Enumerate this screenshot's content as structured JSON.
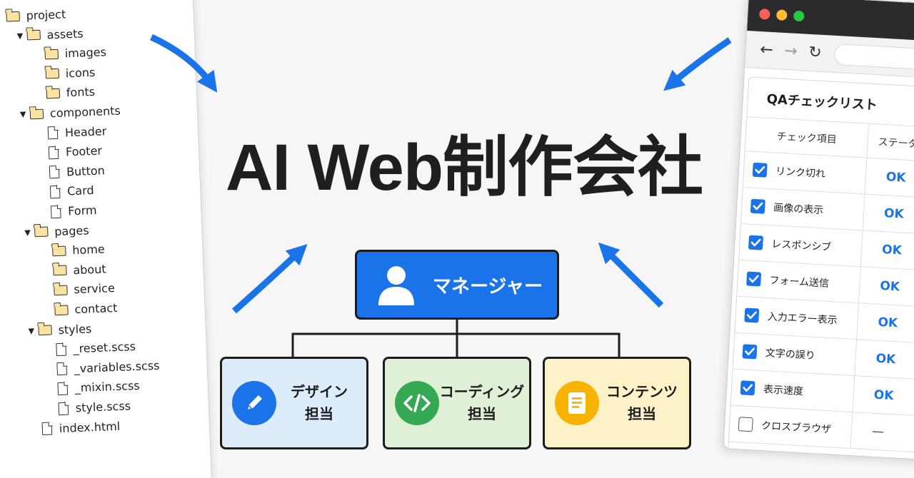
{
  "file_tree": [
    {
      "label": "project",
      "kind": "folder",
      "depth": 0,
      "expanded": false
    },
    {
      "label": "assets",
      "kind": "folder",
      "depth": 1,
      "expanded": true
    },
    {
      "label": "images",
      "kind": "folder",
      "depth": 2,
      "expanded": false
    },
    {
      "label": "icons",
      "kind": "folder",
      "depth": 2,
      "expanded": false
    },
    {
      "label": "fonts",
      "kind": "folder",
      "depth": 2,
      "expanded": false
    },
    {
      "label": "components",
      "kind": "folder",
      "depth": 1,
      "expanded": true
    },
    {
      "label": "Header",
      "kind": "file",
      "depth": 2
    },
    {
      "label": "Footer",
      "kind": "file",
      "depth": 2
    },
    {
      "label": "Button",
      "kind": "file",
      "depth": 2
    },
    {
      "label": "Card",
      "kind": "file",
      "depth": 2
    },
    {
      "label": "Form",
      "kind": "file",
      "depth": 2
    },
    {
      "label": "pages",
      "kind": "folder",
      "depth": 1,
      "expanded": true
    },
    {
      "label": "home",
      "kind": "folder",
      "depth": 2,
      "expanded": false
    },
    {
      "label": "about",
      "kind": "folder",
      "depth": 2,
      "expanded": false
    },
    {
      "label": "service",
      "kind": "folder",
      "depth": 2,
      "expanded": false
    },
    {
      "label": "contact",
      "kind": "folder",
      "depth": 2,
      "expanded": false
    },
    {
      "label": "styles",
      "kind": "folder",
      "depth": 1,
      "expanded": true
    },
    {
      "label": "_reset.scss",
      "kind": "file",
      "depth": 2
    },
    {
      "label": "_variables.scss",
      "kind": "file",
      "depth": 2
    },
    {
      "label": "_mixin.scss",
      "kind": "file",
      "depth": 2
    },
    {
      "label": "style.scss",
      "kind": "file",
      "depth": 2
    },
    {
      "label": "index.html",
      "kind": "file",
      "depth": 1
    }
  ],
  "title": "AI Web制作会社",
  "org": {
    "manager": {
      "label": "マネージャー",
      "icon": "user-icon",
      "color": "#1a73e8"
    },
    "teams": [
      {
        "line1": "デザイン",
        "line2": "担当",
        "icon": "pencil-icon",
        "bg": "#dcecfb",
        "icon_bg": "#1a73e8"
      },
      {
        "line1": "コーディング",
        "line2": "担当",
        "icon": "code-icon",
        "bg": "#dff0d6",
        "icon_bg": "#34a853"
      },
      {
        "line1": "コンテンツ",
        "line2": "担当",
        "icon": "document-icon",
        "bg": "#fdf1c8",
        "icon_bg": "#f6b400"
      }
    ]
  },
  "browser": {
    "nav": {
      "back": "←",
      "forward": "→",
      "reload": "↻"
    },
    "checklist": {
      "title": "QAチェックリスト",
      "col_item": "チェック項目",
      "col_status": "ステータ",
      "rows": [
        {
          "item": "リンク切れ",
          "checked": true,
          "status": "OK"
        },
        {
          "item": "画像の表示",
          "checked": true,
          "status": "OK"
        },
        {
          "item": "レスポンシブ",
          "checked": true,
          "status": "OK"
        },
        {
          "item": "フォーム送信",
          "checked": true,
          "status": "OK"
        },
        {
          "item": "入力エラー表示",
          "checked": true,
          "status": "OK"
        },
        {
          "item": "文字の誤り",
          "checked": true,
          "status": "OK"
        },
        {
          "item": "表示速度",
          "checked": true,
          "status": "OK"
        },
        {
          "item": "クロスブラウザ",
          "checked": false,
          "status": "—"
        }
      ]
    }
  },
  "colors": {
    "accent": "#1a73e8",
    "dark": "#1d1d1d"
  }
}
